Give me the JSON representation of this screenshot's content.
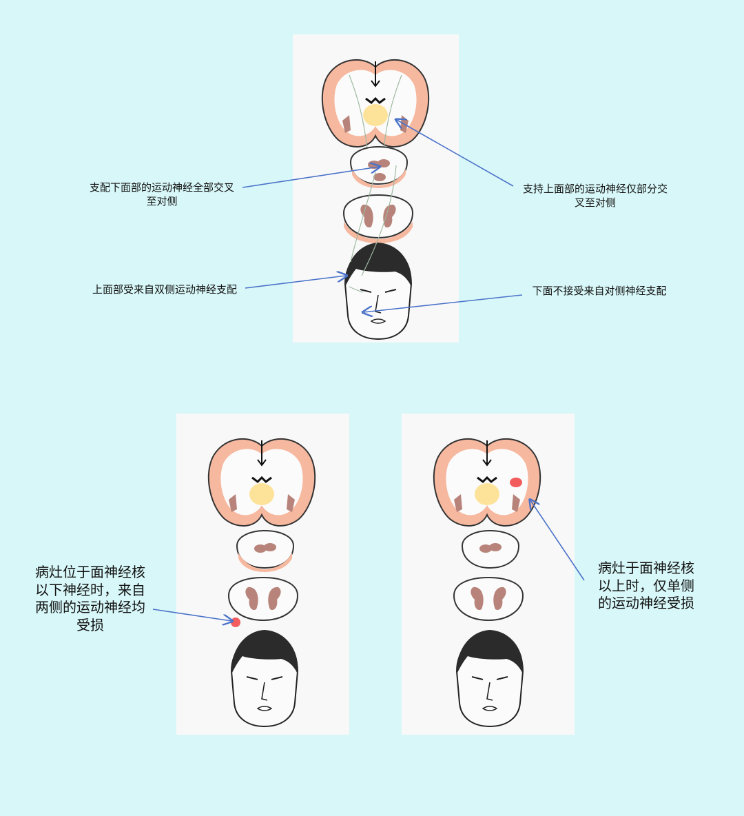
{
  "diagram": {
    "top_labels": {
      "lower_face_crossing": "支配下面部的运动神经全部交叉\n至对侧",
      "upper_face_partial": "支持上面部的运动神经仅部分交\n叉至对侧",
      "upper_face_bilateral": "上面部受来自双侧运动神经支配",
      "lower_face_contralateral": "下面不接受来自对侧神经支配"
    },
    "bottom_labels": {
      "below_nucleus": "病灶位于面神经核\n以下神经时，来自\n两侧的运动神经均\n受损",
      "above_nucleus": "病灶于面神经核\n以上时，仅单侧\n的运动神经受损"
    },
    "colors": {
      "background": "#d8f7f8",
      "panel": "#f8f8f8",
      "cortex": "#f6b89f",
      "thalamus": "#fde39a",
      "ventricle_nucleus": "#b7837a",
      "nerve": "#9fb9a0",
      "lesion": "#f25c5c",
      "arrow": "#4a72c9"
    }
  }
}
